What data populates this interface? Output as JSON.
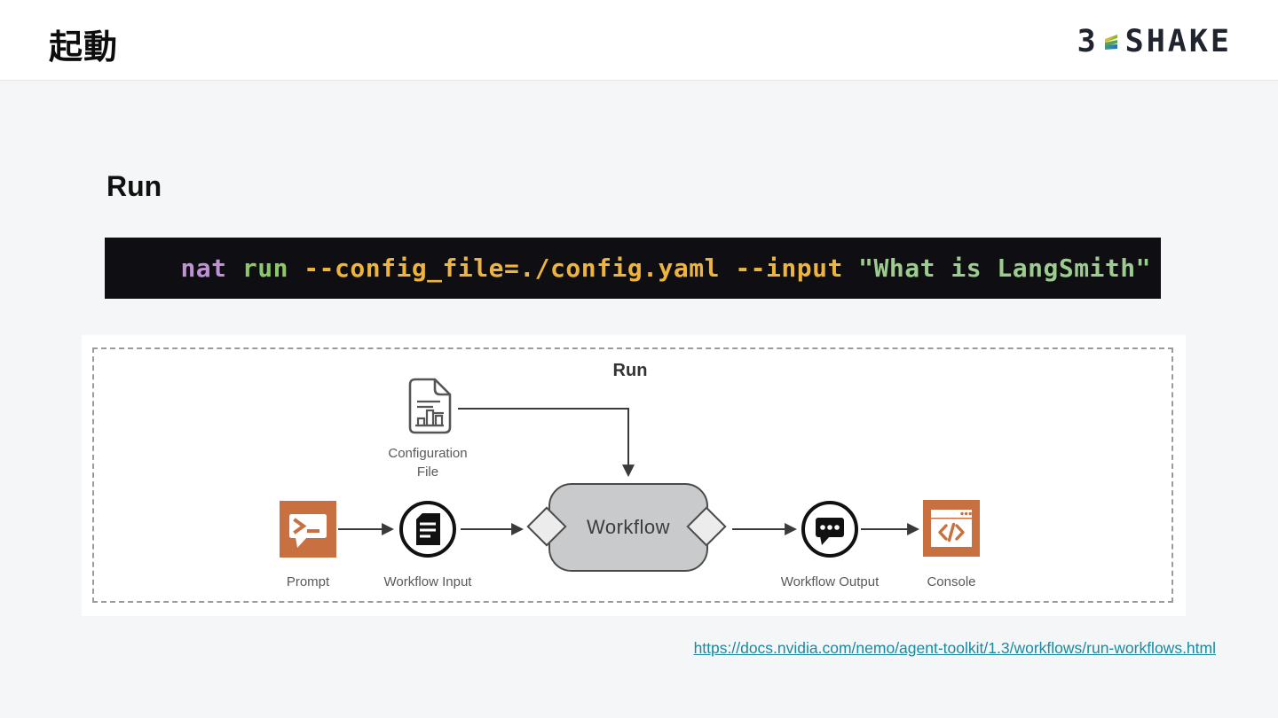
{
  "header": {
    "title": "起動",
    "logo": {
      "prefix": "3",
      "suffix": "SHAKE"
    }
  },
  "main": {
    "section_title": "Run",
    "code": {
      "tokens": [
        {
          "text": "nat",
          "color": "#bd93d3"
        },
        {
          "text": " run",
          "color": "#8ec768"
        },
        {
          "text": " --config_file=./config.yaml --input",
          "color": "#eeb43c"
        },
        {
          "text": " \"What is LangSmith\"",
          "color": "#9ccc8e"
        }
      ],
      "full_command": "nat run --config_file=./config.yaml --input \"What is LangSmith\""
    },
    "diagram": {
      "title": "Run",
      "configuration_file": {
        "label_line1": "Configuration",
        "label_line2": "File"
      },
      "prompt": {
        "label": "Prompt"
      },
      "workflow_input": {
        "label": "Workflow Input"
      },
      "workflow": {
        "label": "Workflow"
      },
      "workflow_output": {
        "label": "Workflow Output"
      },
      "console": {
        "label": "Console"
      }
    },
    "link": {
      "text": "https://docs.nvidia.com/nemo/agent-toolkit/1.3/workflows/run-workflows.html",
      "href": "https://docs.nvidia.com/nemo/agent-toolkit/1.3/workflows/run-workflows.html"
    }
  },
  "colors": {
    "background": "#f5f6f7",
    "header_background": "#ffffff",
    "code_background": "#0f0f13",
    "accent_orange": "#c8703f",
    "link_teal": "#1a8a9e",
    "workflow_fill": "#c9cacb",
    "diagram_gray_text": "#595959"
  }
}
